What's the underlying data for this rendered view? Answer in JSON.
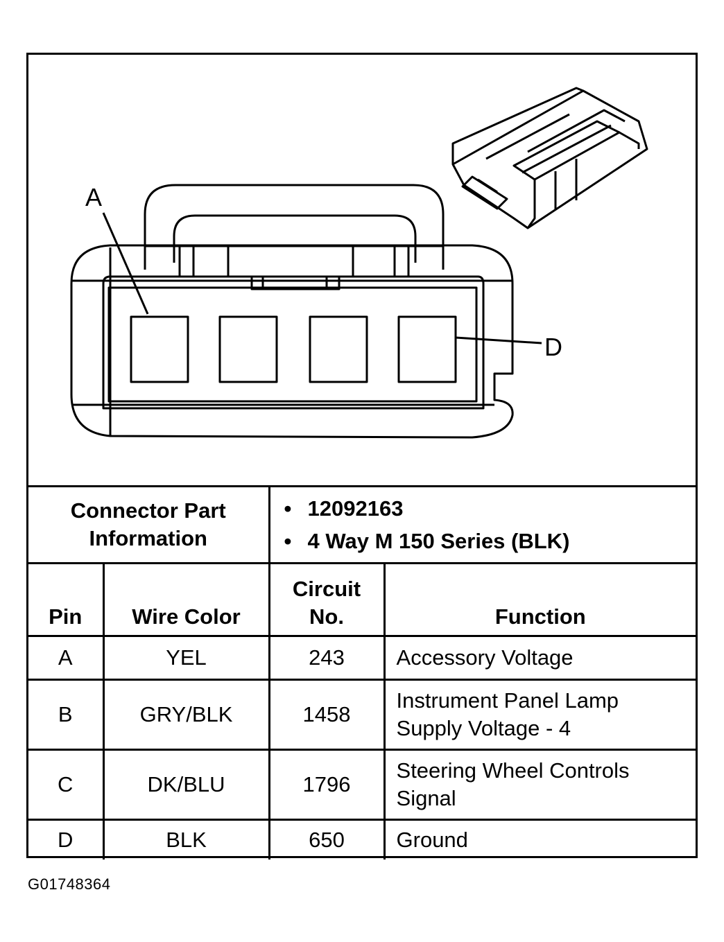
{
  "diagram": {
    "callout_a": "A",
    "callout_d": "D"
  },
  "connector": {
    "label_line1": "Connector Part",
    "label_line2": "Information",
    "part_number": "12092163",
    "description": "4 Way M 150 Series (BLK)"
  },
  "headers": {
    "pin": "Pin",
    "wire_color": "Wire Color",
    "circuit_line1": "Circuit",
    "circuit_line2": "No.",
    "function": "Function"
  },
  "rows": [
    {
      "pin": "A",
      "wire_color": "YEL",
      "circuit": "243",
      "function_line1": "Accessory Voltage",
      "function_line2": ""
    },
    {
      "pin": "B",
      "wire_color": "GRY/BLK",
      "circuit": "1458",
      "function_line1": "Instrument Panel Lamp",
      "function_line2": "Supply Voltage - 4"
    },
    {
      "pin": "C",
      "wire_color": "DK/BLU",
      "circuit": "1796",
      "function_line1": "Steering Wheel Controls",
      "function_line2": "Signal"
    },
    {
      "pin": "D",
      "wire_color": "BLK",
      "circuit": "650",
      "function_line1": "Ground",
      "function_line2": ""
    }
  ],
  "figure_id": "G01748364"
}
